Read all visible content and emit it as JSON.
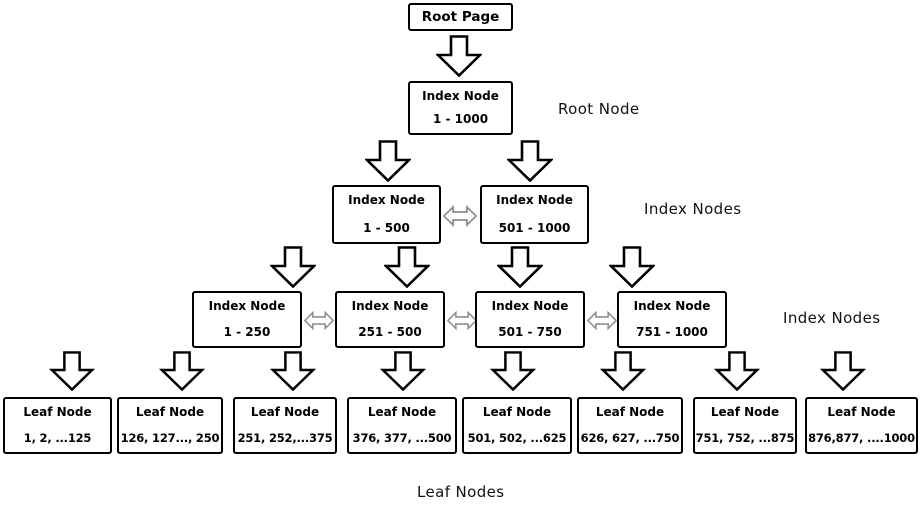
{
  "labels": {
    "root_node": "Root Node",
    "index_nodes_row2": "Index Nodes",
    "index_nodes_row3": "Index Nodes",
    "leaf_nodes": "Leaf Nodes"
  },
  "nodes": {
    "root_page": {
      "label": "Root Page"
    },
    "root_index": {
      "title": "Index Node",
      "range": "1 - 1000"
    },
    "level2": [
      {
        "title": "Index Node",
        "range": "1 - 500"
      },
      {
        "title": "Index Node",
        "range": "501 - 1000"
      }
    ],
    "level3": [
      {
        "title": "Index Node",
        "range": "1 - 250"
      },
      {
        "title": "Index Node",
        "range": "251 - 500"
      },
      {
        "title": "Index Node",
        "range": "501 - 750"
      },
      {
        "title": "Index Node",
        "range": "751 - 1000"
      }
    ],
    "leaves": [
      {
        "title": "Leaf Node",
        "range": "1, 2, ...125"
      },
      {
        "title": "Leaf Node",
        "range": "126, 127..., 250"
      },
      {
        "title": "Leaf Node",
        "range": "251, 252,...375"
      },
      {
        "title": "Leaf Node",
        "range": "376, 377, ...500"
      },
      {
        "title": "Leaf Node",
        "range": "501, 502, ...625"
      },
      {
        "title": "Leaf Node",
        "range": "626, 627, ...750"
      },
      {
        "title": "Leaf Node",
        "range": "751, 752, ...875"
      },
      {
        "title": "Leaf Node",
        "range": "876,877, ....1000"
      }
    ]
  },
  "icons": {
    "down_arrow": "block-down-arrow",
    "double_arrow": "double-headed-horizontal-arrow"
  },
  "colors": {
    "node_border": "#000000",
    "double_arrow_stroke": "#8f8f8f",
    "background": "#ffffff",
    "text": "#000000"
  }
}
